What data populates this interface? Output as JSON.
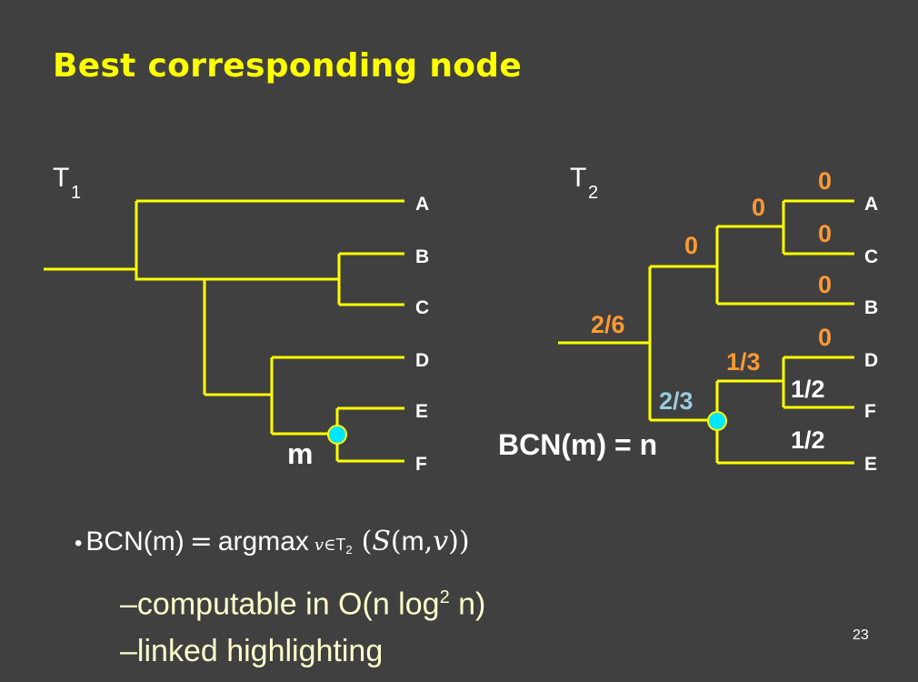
{
  "title": "Best corresponding node",
  "tree1": {
    "name": "T",
    "sub": "1",
    "leaves": [
      "A",
      "B",
      "C",
      "D",
      "E",
      "F"
    ],
    "node_label": "m"
  },
  "tree2": {
    "name": "T",
    "sub": "2",
    "leaves": [
      "A",
      "C",
      "B",
      "D",
      "F",
      "E"
    ],
    "scores": {
      "ac_top": "0",
      "ac_node": "0",
      "ac_bottom": "0",
      "upper": "0",
      "b": "0",
      "d": "0",
      "root": "2/6",
      "fe_node": "1/3",
      "lower": "2/3",
      "f": "1/2",
      "e": "1/2"
    },
    "bcn_label": "BCN(m) = n"
  },
  "formula": {
    "lhs": "BCN(m)",
    "eq": "=",
    "op": "argmax",
    "sub_var": "v",
    "sub_in": "∈",
    "sub_set": "T",
    "sub_set_index": "2",
    "open": "(",
    "func": "S",
    "inner_open": "(",
    "arg1": "m",
    "comma": ",",
    "arg2": "v",
    "close": "))"
  },
  "bullets": {
    "b1_prefix": "–",
    "b1_text": "computable in O(n log",
    "b1_sup": "2",
    "b1_end": " n)",
    "b2_prefix": "–",
    "b2_text": "linked highlighting"
  },
  "page_number": "23",
  "colors": {
    "background": "#404040",
    "title": "#ffff00",
    "edge": "#ffff00",
    "score_orange": "#ff9933",
    "score_blue": "#99ccdd",
    "marker": "#00e5ff"
  }
}
